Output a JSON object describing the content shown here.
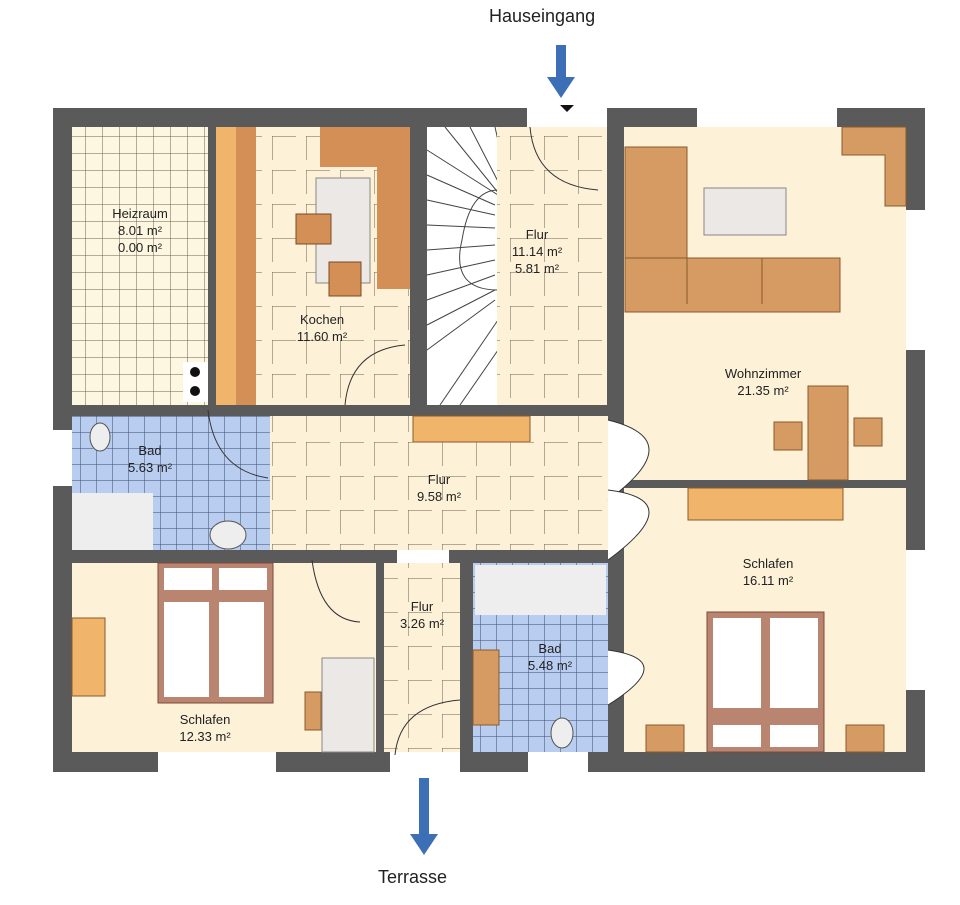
{
  "plan": {
    "entrance_label": "Hauseingang",
    "terrace_label": "Terrasse",
    "arrow_color": "#3d6fb6",
    "wall_color": "#5a5a5a",
    "floor_color": "#fdf1d8",
    "bath_tile_color": "#b9cdf0",
    "furniture_color": "#d79a63"
  },
  "rooms": [
    {
      "name": "Heizraum",
      "area": "8.01 m²",
      "area2": "0.00 m²"
    },
    {
      "name": "Kochen",
      "area": "11.60 m²"
    },
    {
      "name": "Flur",
      "area": "11.14 m²",
      "area2": "5.81 m²"
    },
    {
      "name": "Wohnzimmer",
      "area": "21.35 m²"
    },
    {
      "name": "Bad",
      "area": "5.63 m²"
    },
    {
      "name": "Flur",
      "area": "9.58 m²"
    },
    {
      "name": "Schlafen",
      "area": "16.11 m²"
    },
    {
      "name": "Schlafen",
      "area": "12.33 m²"
    },
    {
      "name": "Flur",
      "area": "3.26 m²"
    },
    {
      "name": "Bad",
      "area": "5.48 m²"
    }
  ]
}
